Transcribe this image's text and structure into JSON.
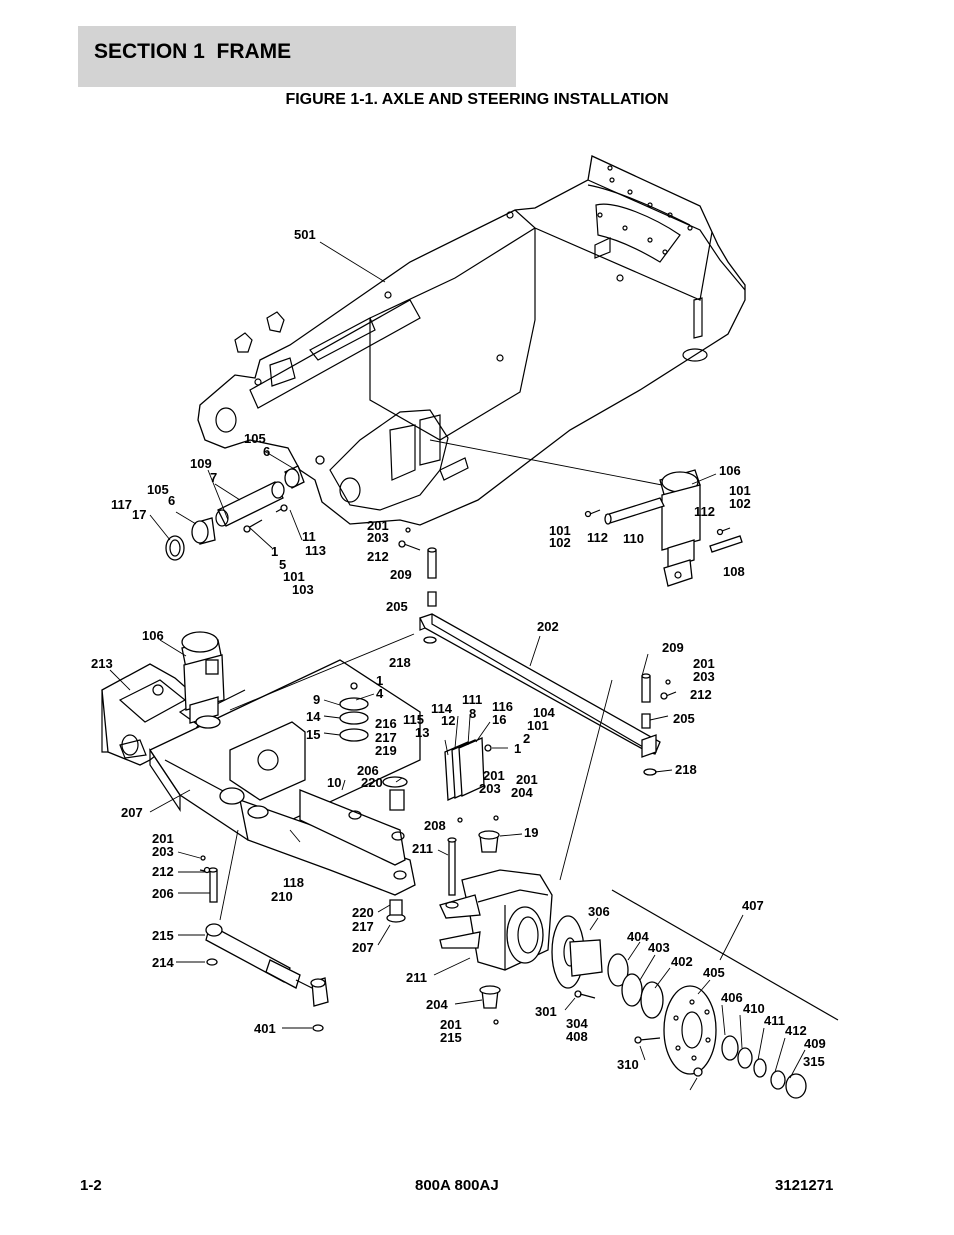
{
  "header": {
    "section_title": "SECTION 1  FRAME"
  },
  "figure": {
    "title": "FIGURE 1-1. AXLE AND STEERING INSTALLATION"
  },
  "callouts": [
    "501",
    "105",
    "6",
    "109",
    "7",
    "105",
    "6",
    "117",
    "17",
    "11",
    "113",
    "1",
    "5",
    "101",
    "103",
    "201",
    "203",
    "212",
    "209",
    "205",
    "106",
    "101",
    "102",
    "101",
    "102",
    "112",
    "110",
    "112",
    "108",
    "202",
    "106",
    "213",
    "218",
    "9",
    "1",
    "4",
    "14",
    "15",
    "114",
    "12",
    "111",
    "8",
    "116",
    "16",
    "115",
    "13",
    "216",
    "217",
    "219",
    "104",
    "101",
    "2",
    "1",
    "209",
    "201",
    "203",
    "212",
    "205",
    "218",
    "10",
    "206",
    "220",
    "201",
    "203",
    "201",
    "204",
    "207",
    "201",
    "203",
    "212",
    "208",
    "211",
    "19",
    "118",
    "210",
    "206",
    "220",
    "217",
    "207",
    "215",
    "214",
    "211",
    "204",
    "201",
    "215",
    "401",
    "306",
    "407",
    "404",
    "403",
    "402",
    "405",
    "406",
    "410",
    "411",
    "412",
    "409",
    "315",
    "301",
    "304",
    "408",
    "310"
  ],
  "footer": {
    "page": "1-2",
    "model": "800A 800AJ",
    "part_number": "3121271"
  }
}
